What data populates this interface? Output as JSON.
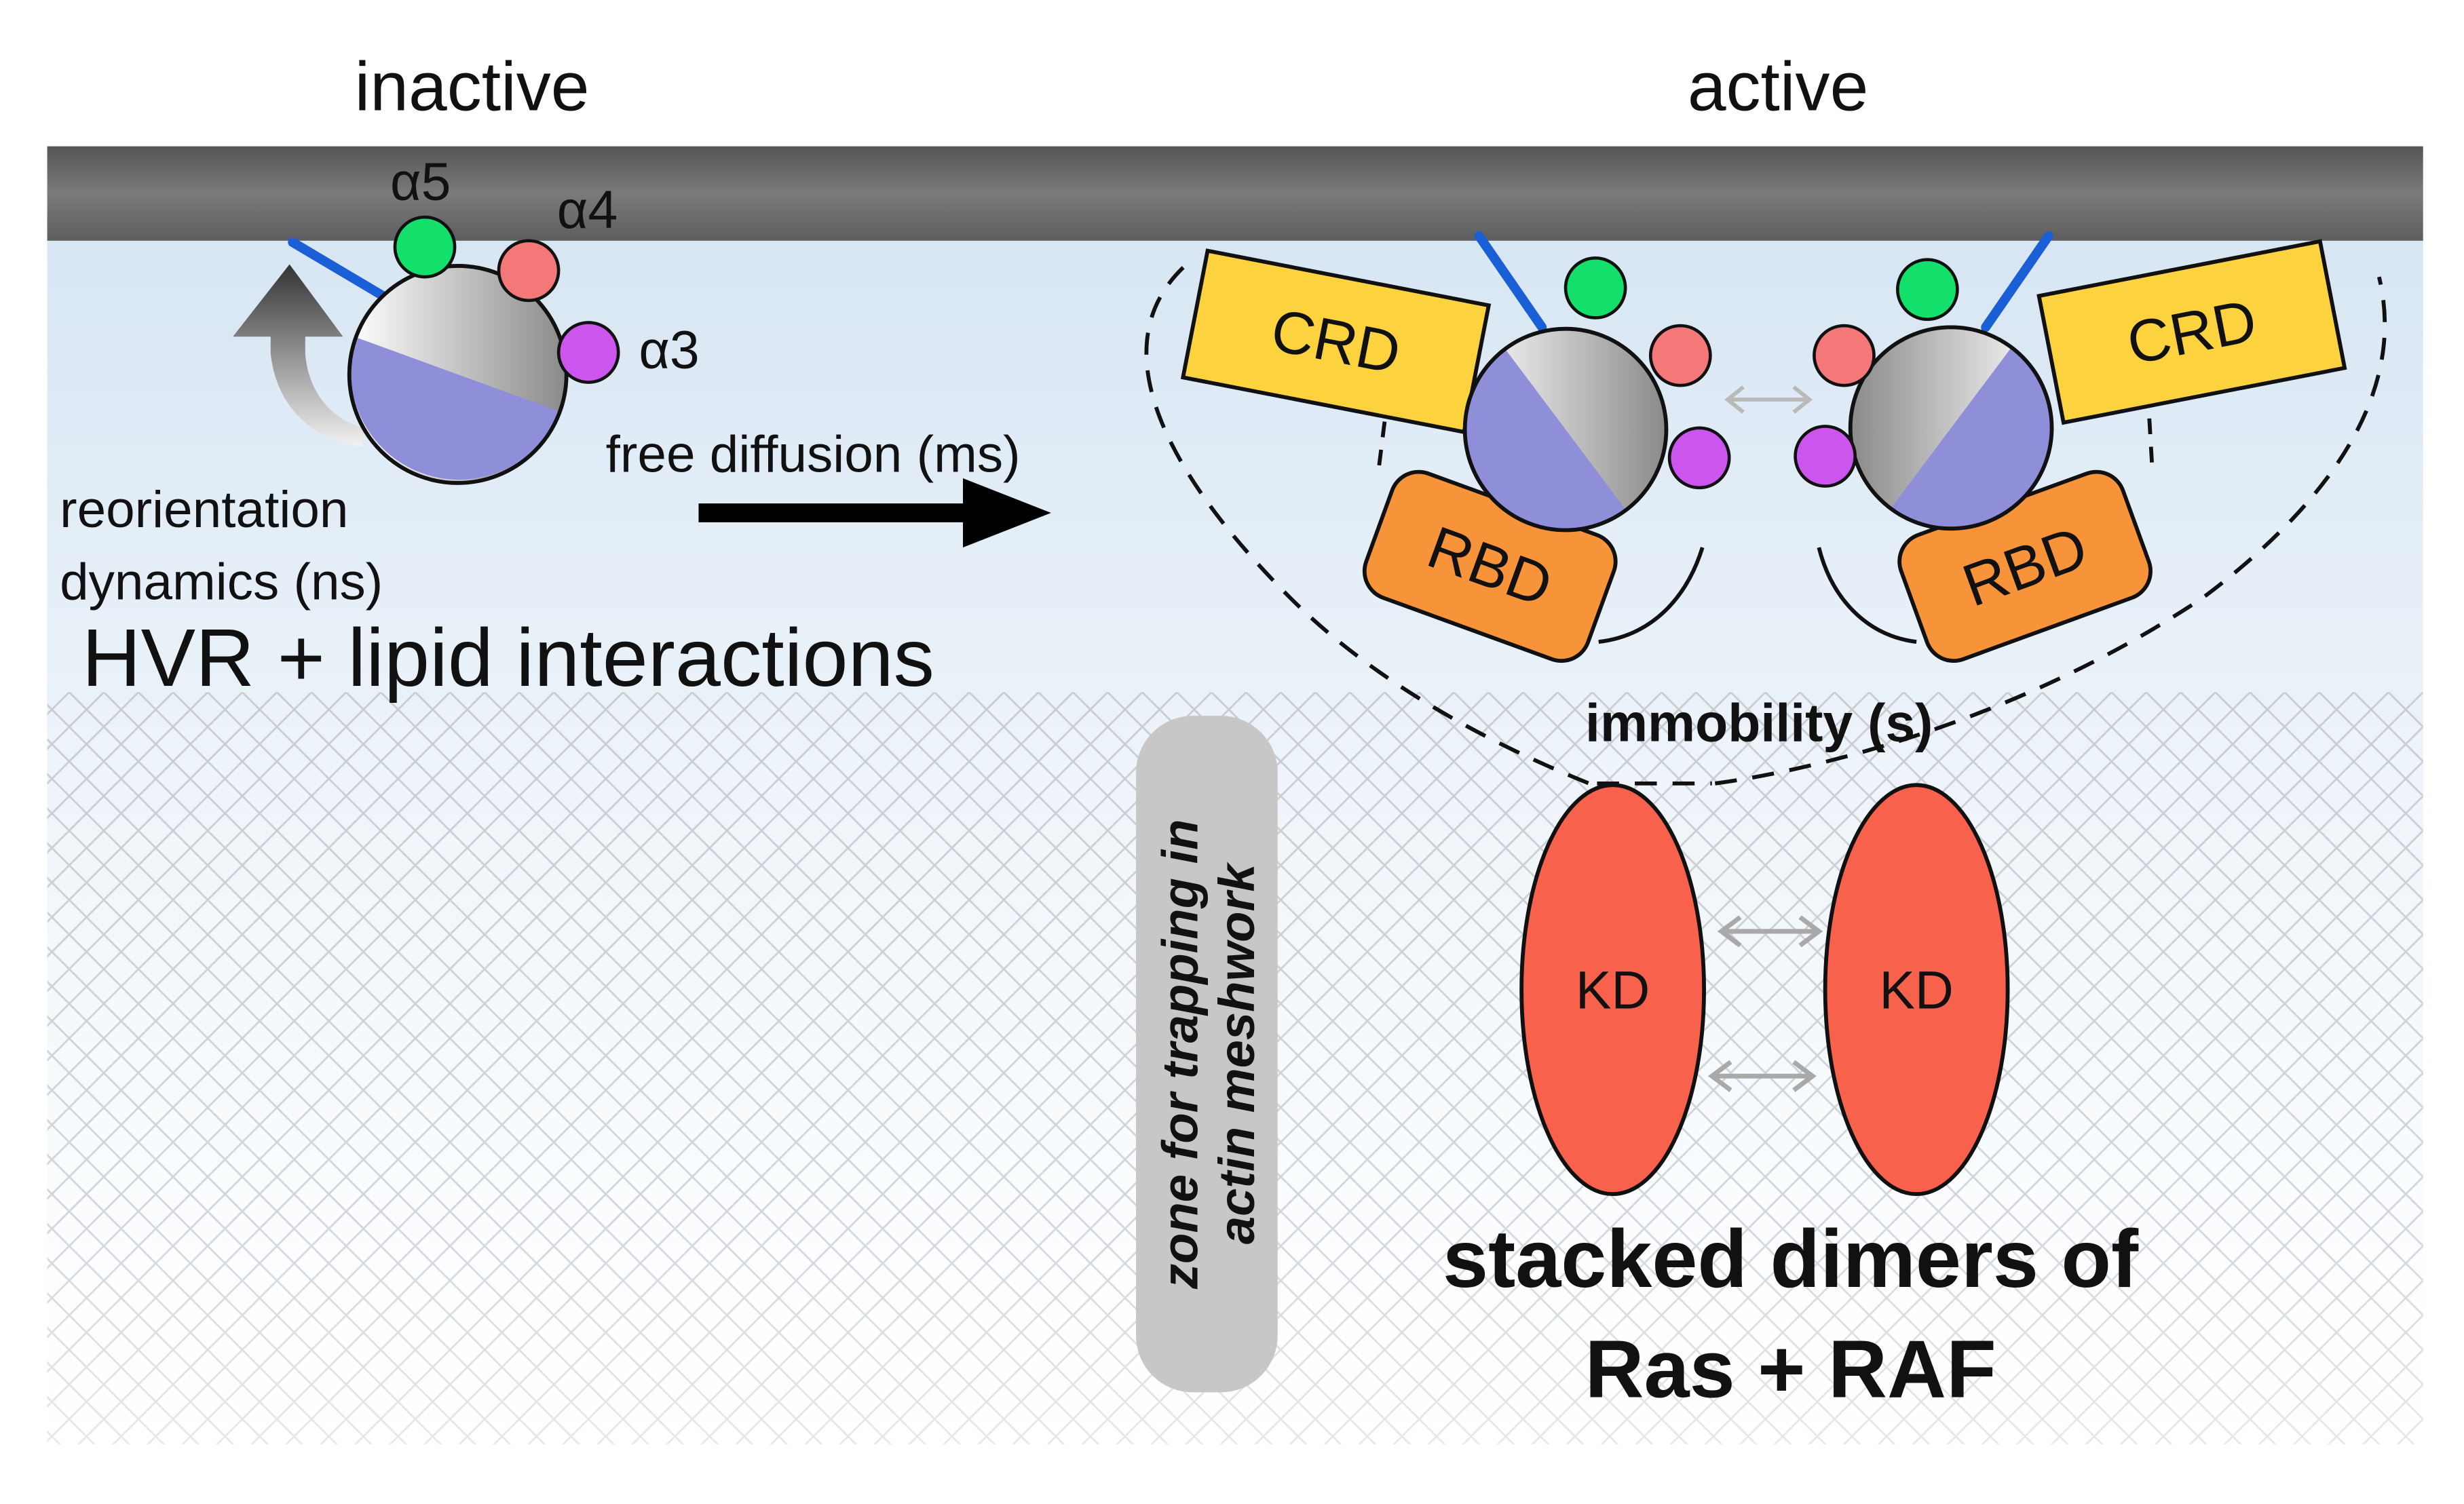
{
  "labels": {
    "inactive": "inactive",
    "active": "active",
    "alpha5": "α5",
    "alpha4": "α4",
    "alpha3": "α3",
    "free_diffusion": "free diffusion (ms)",
    "reorientation_line1": "reorientation",
    "reorientation_line2": "dynamics (ns)",
    "hvr": "HVR + lipid interactions",
    "crd": "CRD",
    "rbd": "RBD",
    "immobility": "immobility (s)",
    "kd": "KD",
    "zone_line1": "zone for trapping in",
    "zone_line2": "actin meshwork",
    "stacked_line1": "stacked dimers of",
    "stacked_line2": "Ras + RAF"
  },
  "colors": {
    "membrane": "#6e6e6e",
    "ras_blue": "#8f8fd9",
    "helix_green": "#13e06a",
    "helix_pink": "#f47878",
    "helix_magenta": "#cc55ee",
    "hvr_blue": "#1a5fd6",
    "crd_yellow": "#fcd33f",
    "rbd_orange": "#f7943a",
    "kd_red": "#f8614c",
    "zone_gray": "#c7c7c7"
  }
}
